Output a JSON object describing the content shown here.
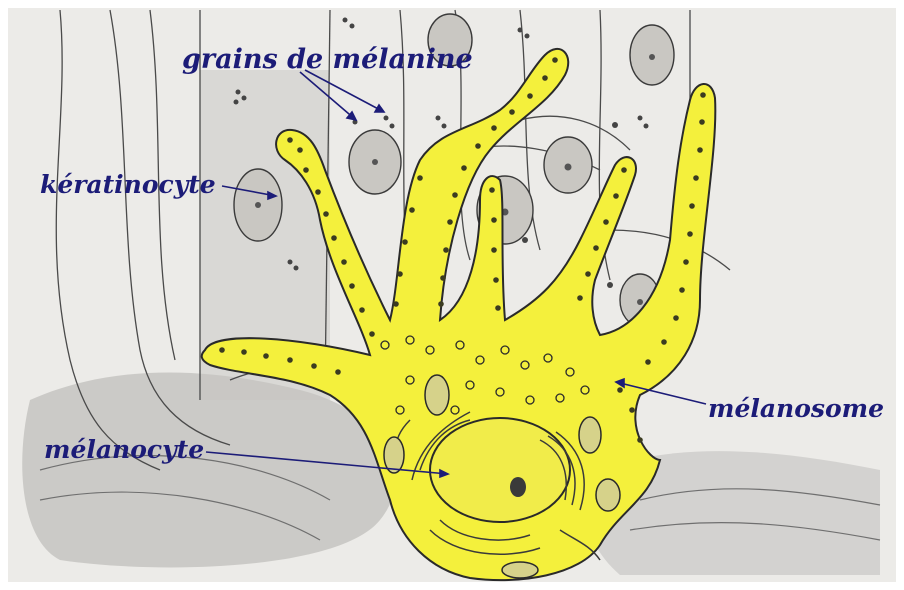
{
  "labels": {
    "grains": "grains de mélanine",
    "keratinocyte": "kératinocyte",
    "melanosome": "mélanosome",
    "melanocyte": "mélanocyte"
  },
  "colors": {
    "cell_fill": "#f4f03c",
    "ink": "#2a2a2a",
    "label": "#1c1c78",
    "paper": "#e8e8e6",
    "shadow": "#b8b8b6"
  }
}
